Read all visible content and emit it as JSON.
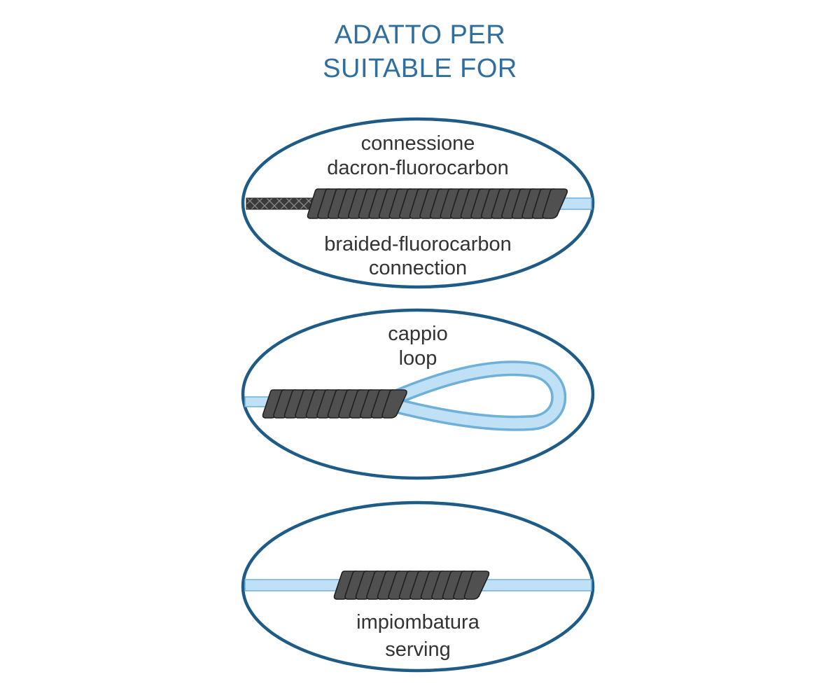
{
  "title": {
    "line1": "ADATTO PER",
    "line2": "SUITABLE FOR"
  },
  "colors": {
    "title": "#2f6e9e",
    "ellipse_stroke": "#1e5b86",
    "line_fill": "#bfe0f5",
    "line_stroke": "#6fb0da",
    "wrap_fill": "#505050",
    "wrap_dark": "#202020",
    "braid": "#3a3a3a"
  },
  "panels": {
    "connection": {
      "line1": "connessione",
      "line2": "dacron-fluorocarbon",
      "line3": "braided-fluorocarbon",
      "line4": "connection"
    },
    "loop": {
      "line1": "cappio",
      "line2": "loop"
    },
    "serving": {
      "line1": "impiombatura",
      "line2": "serving"
    }
  },
  "icons": {
    "braided_line": "braided-line-icon",
    "wrap": "wrap-coil-icon",
    "mono_line": "fluorocarbon-line-icon",
    "loop": "line-loop-icon"
  }
}
